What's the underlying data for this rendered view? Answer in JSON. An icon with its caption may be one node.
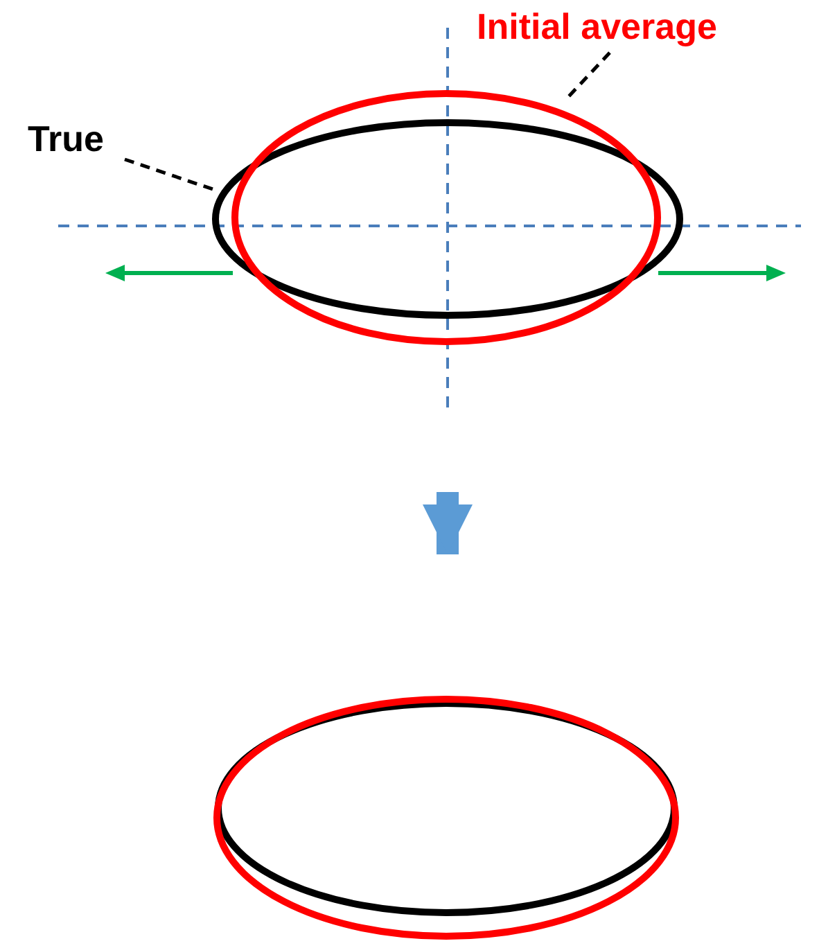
{
  "diagram": {
    "nodes": [
      {
        "text": [
          "True"
        ]
      },
      {
        "text": [],
        "shape": "ellipse"
      },
      {
        "text": [
          "Initial average"
        ]
      },
      {
        "text": [],
        "shape": "ellipse"
      },
      {
        "text": [],
        "shape": "ellipse"
      },
      {
        "text": [],
        "shape": "ellipse"
      }
    ],
    "edges": [
      {
        "from": 0,
        "to": 1,
        "arrow": "none",
        "style": "dashed"
      },
      {
        "from": 2,
        "to": 3,
        "arrow": "none",
        "style": "dashed"
      }
    ]
  }
}
